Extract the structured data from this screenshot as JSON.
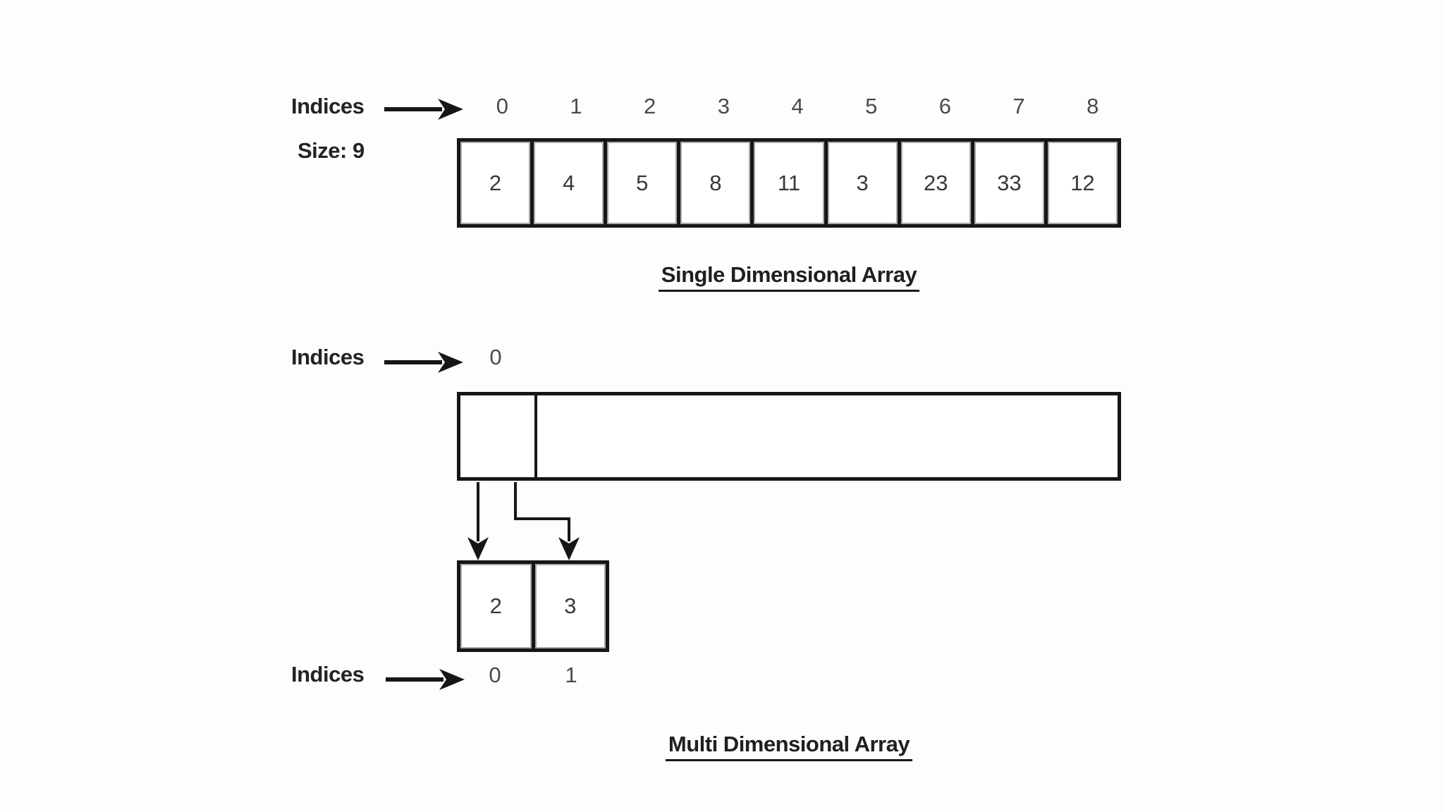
{
  "colors": {
    "background": "#fdfdfd",
    "ink": "#1a1a1a",
    "cell_value": "#383838",
    "index_digit": "#4a4a4a"
  },
  "icons": {
    "indices_pointer": "right-arrow",
    "element_pointer": "down-arrow-elbow"
  },
  "single_array": {
    "indices_label": "Indices",
    "size_label": "Size: 9",
    "indices": [
      "0",
      "1",
      "2",
      "3",
      "4",
      "5",
      "6",
      "7",
      "8"
    ],
    "values": [
      "2",
      "4",
      "5",
      "8",
      "11",
      "3",
      "23",
      "33",
      "12"
    ],
    "caption": "Single Dimensional Array"
  },
  "multi_array": {
    "indices_label_top": "Indices",
    "outer_index": "0",
    "inner_values": [
      "2",
      "3"
    ],
    "inner_indices": [
      "0",
      "1"
    ],
    "indices_label_bottom": "Indices",
    "caption": "Multi Dimensional Array"
  }
}
